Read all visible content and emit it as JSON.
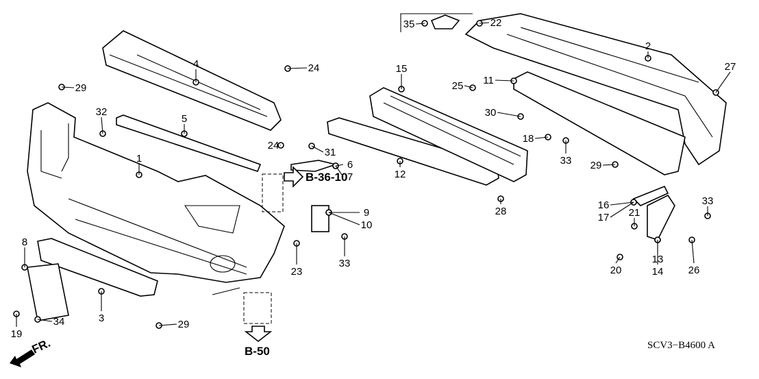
{
  "diagram": {
    "part_labels": [
      "35",
      "22",
      "2",
      "27",
      "4",
      "24",
      "29",
      "15",
      "25",
      "11",
      "32",
      "5",
      "30",
      "18",
      "33",
      "24",
      "31",
      "1",
      "6",
      "7",
      "29",
      "12",
      "16",
      "17",
      "28",
      "9",
      "10",
      "21",
      "33",
      "8",
      "13",
      "14",
      "33",
      "23",
      "20",
      "26",
      "3",
      "29",
      "34",
      "19"
    ],
    "references": [
      "B-36-10",
      "B-50"
    ],
    "direction_label": "FR.",
    "diagram_code": "SCV3−B4600 A"
  }
}
